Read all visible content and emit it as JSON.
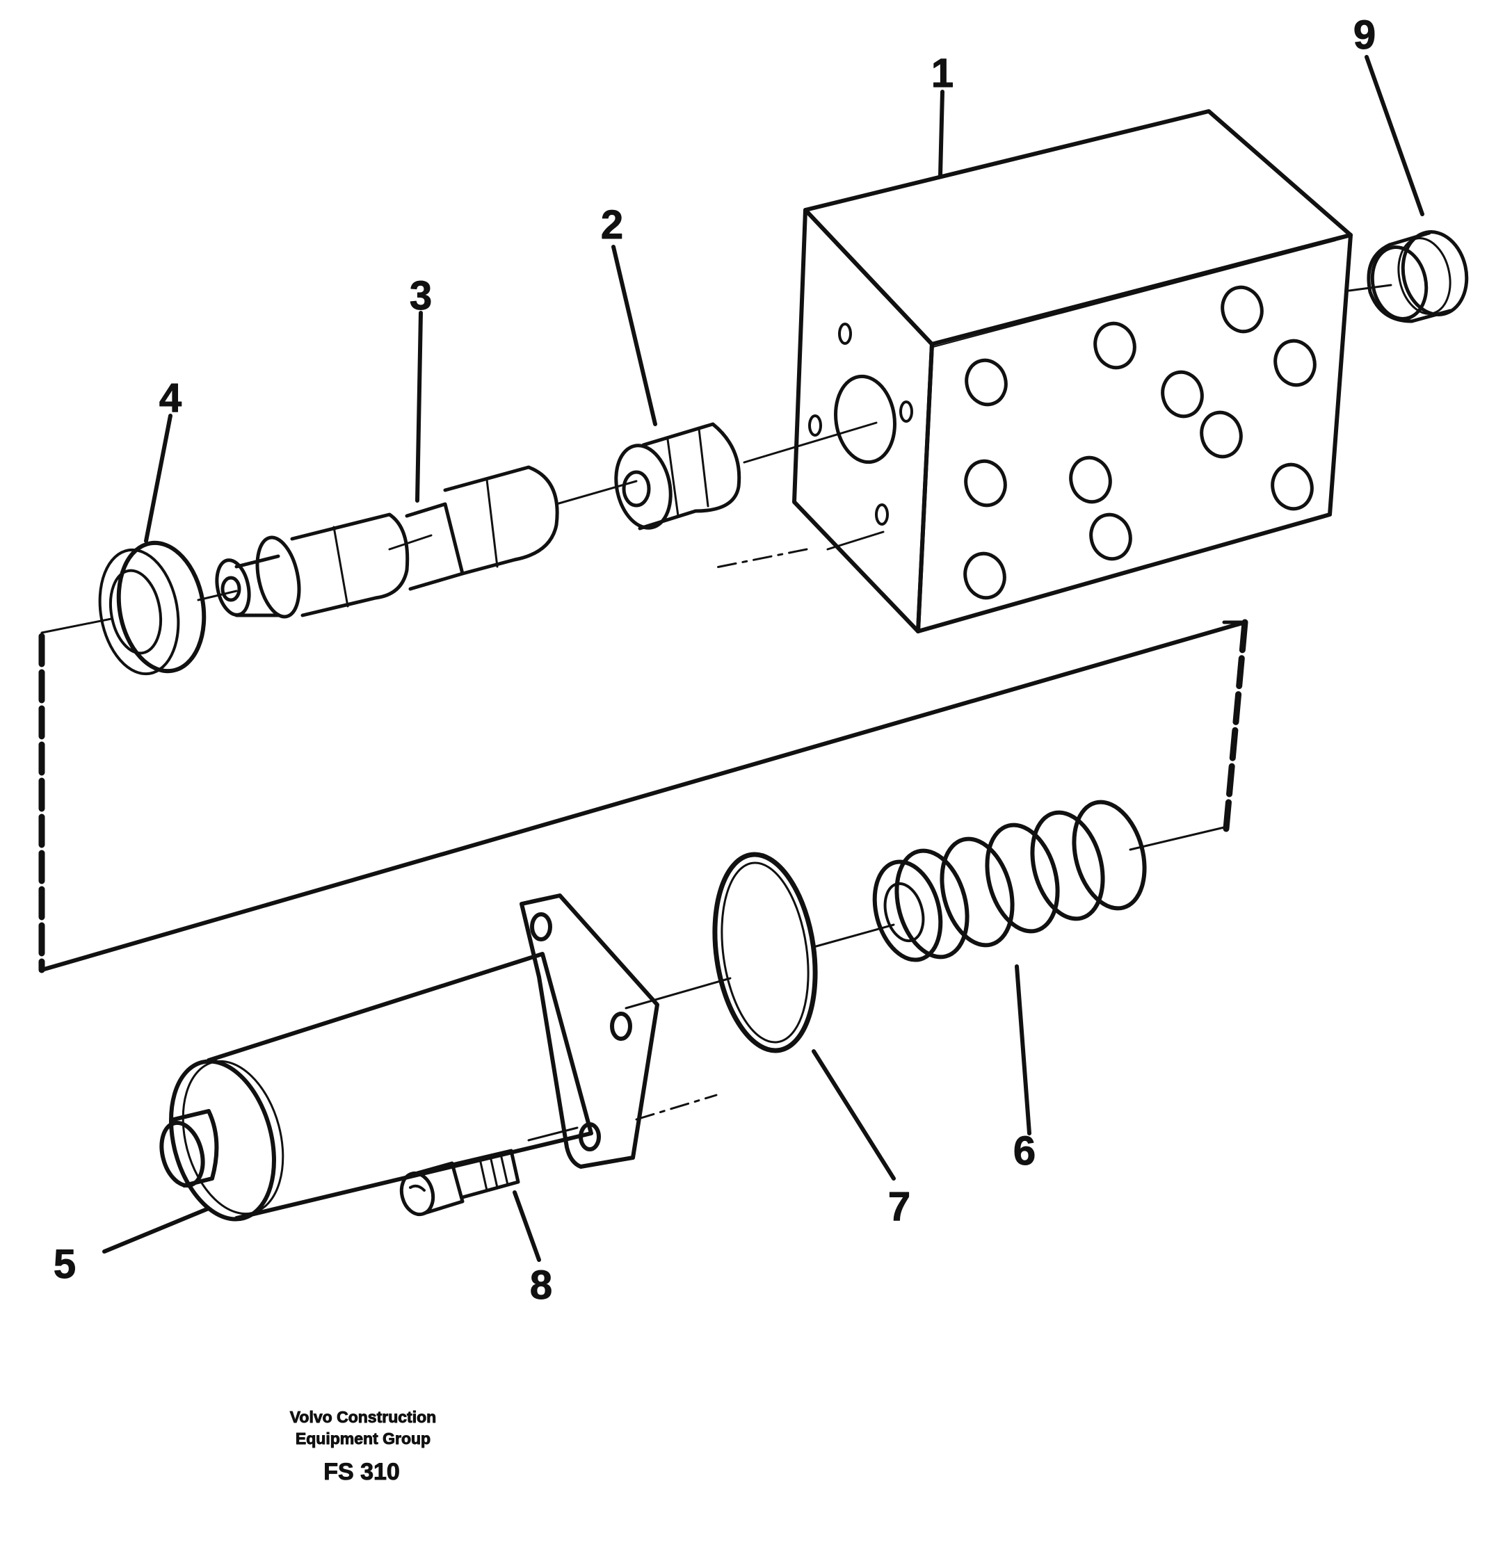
{
  "callouts": {
    "c1": "1",
    "c2": "2",
    "c3": "3",
    "c4": "4",
    "c5": "5",
    "c6": "6",
    "c7": "7",
    "c8": "8",
    "c9": "9"
  },
  "footer": {
    "company_line1": "Volvo Construction",
    "company_line2": "Equipment Group",
    "code": "FS 310"
  },
  "colors": {
    "ink": "#111111",
    "paper": "#ffffff"
  }
}
